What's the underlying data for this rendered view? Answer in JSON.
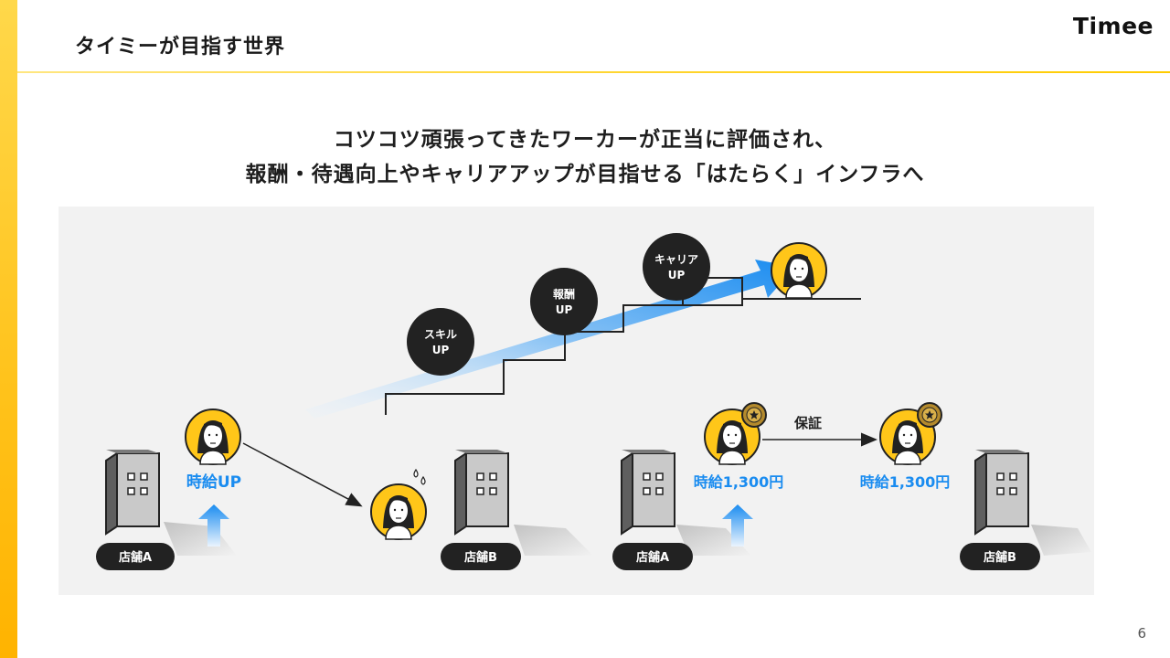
{
  "slide": {
    "title": "タイミーが目指す世界",
    "logo": "Timee",
    "page_number": "6"
  },
  "headline": {
    "line1": "コツコツ頑張ってきたワーカーが正当に評価され、",
    "line2": "報酬・待遇向上やキャリアアップが目指せる「はたらく」インフラへ"
  },
  "diagram": {
    "circles": [
      {
        "line1": "スキル",
        "line2": "UP"
      },
      {
        "line1": "報酬",
        "line2": "UP"
      },
      {
        "line1": "キャリア",
        "line2": "UP"
      }
    ],
    "left": {
      "wage_label": "時給UP",
      "store_a": "店舗A",
      "store_b": "店舗B"
    },
    "right": {
      "guarantee_label": "保証",
      "wage_a": "時給1,300円",
      "wage_b": "時給1,300円",
      "store_a": "店舗A",
      "store_b": "店舗B"
    },
    "colors": {
      "accent_yellow": "#ffc619",
      "accent_blue": "#1a8cf0",
      "dark_circle": "#222222",
      "building": "#8a8a8a",
      "label_bg": "#222222"
    }
  }
}
